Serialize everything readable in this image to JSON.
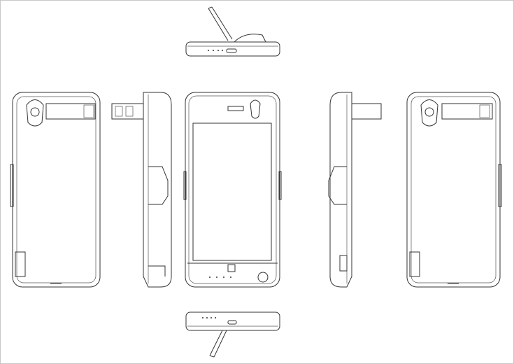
{
  "drawing": {
    "views": [
      "top-view",
      "back-view-left",
      "side-view-left",
      "front-view",
      "side-view-right",
      "back-view-right",
      "bottom-view"
    ],
    "line_color": "#333333",
    "border_color": "#c8c8c8"
  }
}
